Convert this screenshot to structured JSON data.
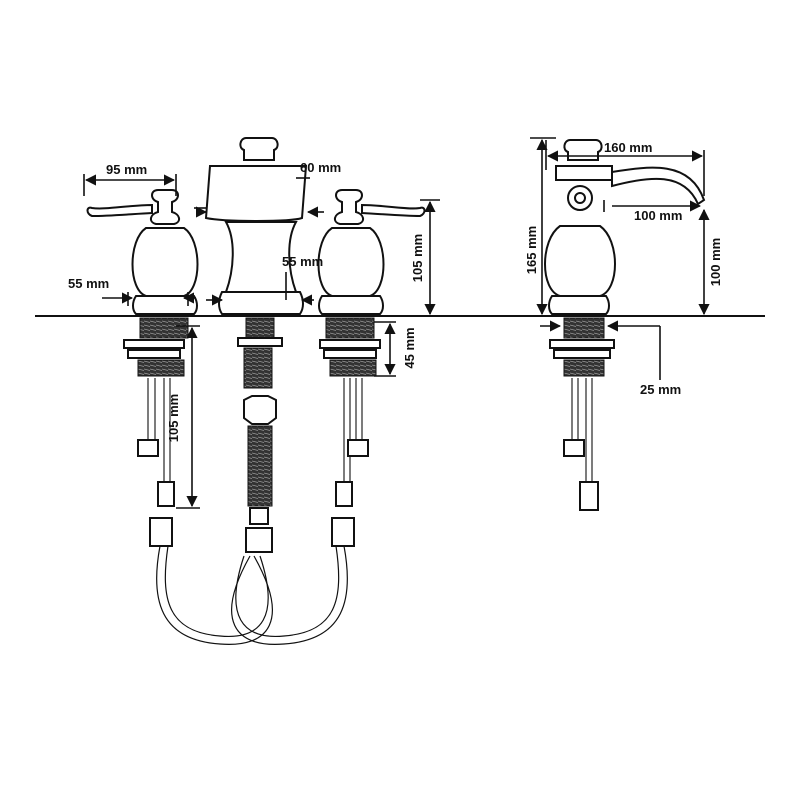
{
  "labels": {
    "handle_width": "95 mm",
    "spout_width": "60 mm",
    "left_base": "55 mm",
    "spout_base": "55 mm",
    "height_above_deck": "105 mm",
    "shank_length": "45 mm",
    "supply_length": "105 mm",
    "spout_reach": "160 mm",
    "spout_height": "165 mm",
    "spout_outlet": "100 mm",
    "outlet_height": "100 mm",
    "deck_hole": "25 mm"
  },
  "colors": {
    "line": "#111111",
    "thread": "#2a2a2a",
    "background": "#ffffff"
  }
}
